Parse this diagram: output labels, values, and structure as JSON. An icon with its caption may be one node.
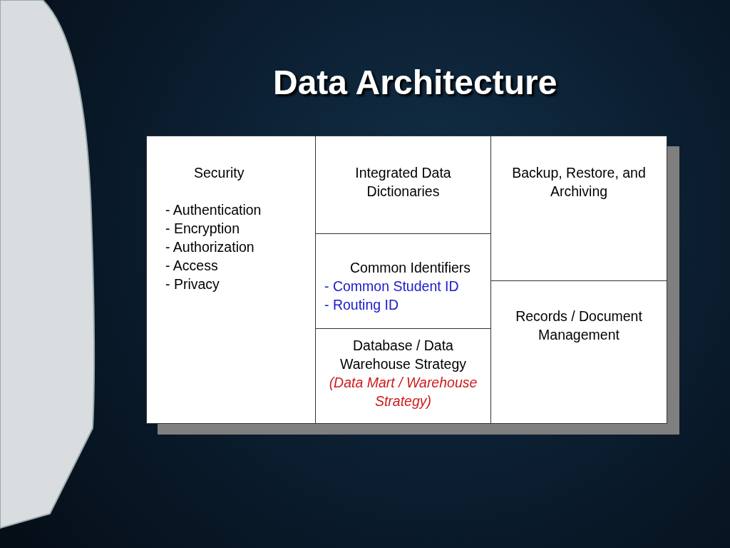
{
  "diagram": {
    "title": "Data Architecture",
    "nodes": [
      {
        "text": [
          "Security",
          "- Authentication",
          "- Encryption",
          "- Authorization",
          "- Access",
          "- Privacy"
        ]
      },
      {
        "text": [
          "Integrated Data Dictionaries"
        ]
      },
      {
        "text": [
          "Backup, Restore, and Archiving"
        ]
      },
      {
        "text": [
          "Common Identifiers",
          "- Common Student ID",
          "- Routing ID"
        ]
      },
      {
        "text": [
          "Records / Document Management"
        ]
      },
      {
        "text": [
          "Database / Data Warehouse Strategy",
          "(Data Mart / Warehouse Strategy)"
        ]
      }
    ]
  }
}
